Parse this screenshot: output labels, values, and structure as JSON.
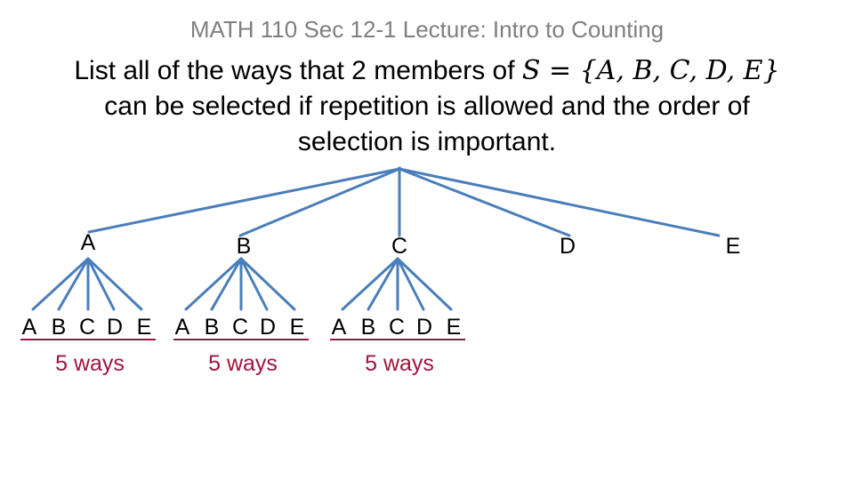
{
  "header": {
    "title": "MATH 110 Sec 12-1 Lecture: Intro to Counting"
  },
  "question": {
    "line1_text": "List all of the ways that 2 members of ",
    "set_expression": "S = {A, B, C, D, E}",
    "line2_text": "can be selected if repetition is allowed and the order of",
    "line3_text": "selection is important."
  },
  "tree": {
    "first_level": [
      "A",
      "B",
      "C",
      "D",
      "E"
    ],
    "expanded_branches": [
      {
        "parent": "A",
        "children": [
          "A",
          "B",
          "C",
          "D",
          "E"
        ],
        "count_label": "5 ways"
      },
      {
        "parent": "B",
        "children": [
          "A",
          "B",
          "C",
          "D",
          "E"
        ],
        "count_label": "5 ways"
      },
      {
        "parent": "C",
        "children": [
          "A",
          "B",
          "C",
          "D",
          "E"
        ],
        "count_label": "5 ways"
      }
    ]
  },
  "colors": {
    "header": "#7f7f7f",
    "edge": "#4a7ebb",
    "ways": "#a0143c",
    "text": "#000000"
  }
}
